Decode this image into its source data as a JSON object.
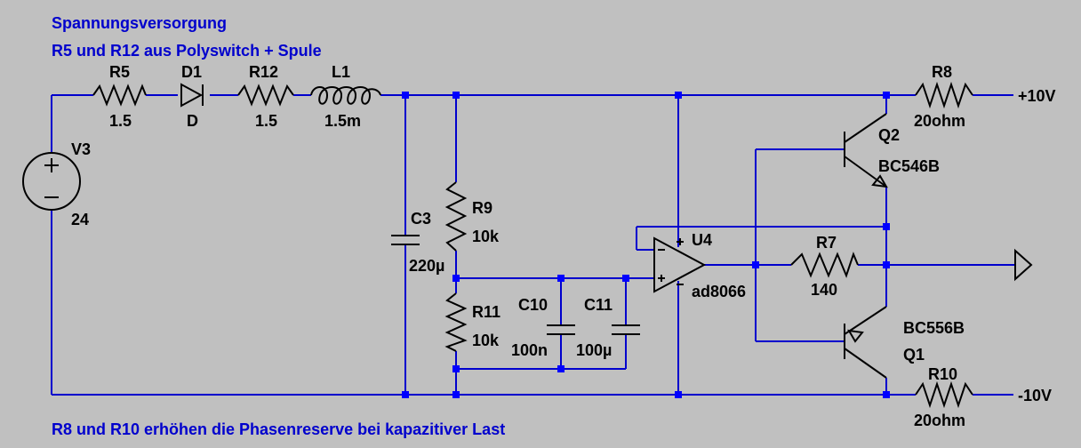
{
  "colors": {
    "background": "#c0c0c0",
    "wire": "#0000cd",
    "junction": "#0000ff",
    "symbol": "#000000",
    "note": "#0000cd"
  },
  "notes": {
    "title": "Spannungsversorgung",
    "subtitle": "R5 und R12 aus Polyswitch + Spule",
    "footer": "R8 und R10 erhöhen die Phasenreserve bei kapazitiver Last"
  },
  "components": {
    "V3": {
      "name": "V3",
      "value": "24"
    },
    "R5": {
      "name": "R5",
      "value": "1.5"
    },
    "D1": {
      "name": "D1",
      "value": "D"
    },
    "R12": {
      "name": "R12",
      "value": "1.5"
    },
    "L1": {
      "name": "L1",
      "value": "1.5m"
    },
    "C3": {
      "name": "C3",
      "value": "220µ"
    },
    "R9": {
      "name": "R9",
      "value": "10k"
    },
    "R11": {
      "name": "R11",
      "value": "10k"
    },
    "C10": {
      "name": "C10",
      "value": "100n"
    },
    "C11": {
      "name": "C11",
      "value": "100µ"
    },
    "U4": {
      "name": "U4",
      "value": "ad8066"
    },
    "R7": {
      "name": "R7",
      "value": "140"
    },
    "Q2": {
      "name": "Q2",
      "value": "BC546B"
    },
    "Q1": {
      "name": "Q1",
      "value": "BC556B"
    },
    "R8": {
      "name": "R8",
      "value": "20ohm"
    },
    "R10": {
      "name": "R10",
      "value": "20ohm"
    }
  },
  "nets": {
    "pos": "+10V",
    "neg": "-10V"
  }
}
